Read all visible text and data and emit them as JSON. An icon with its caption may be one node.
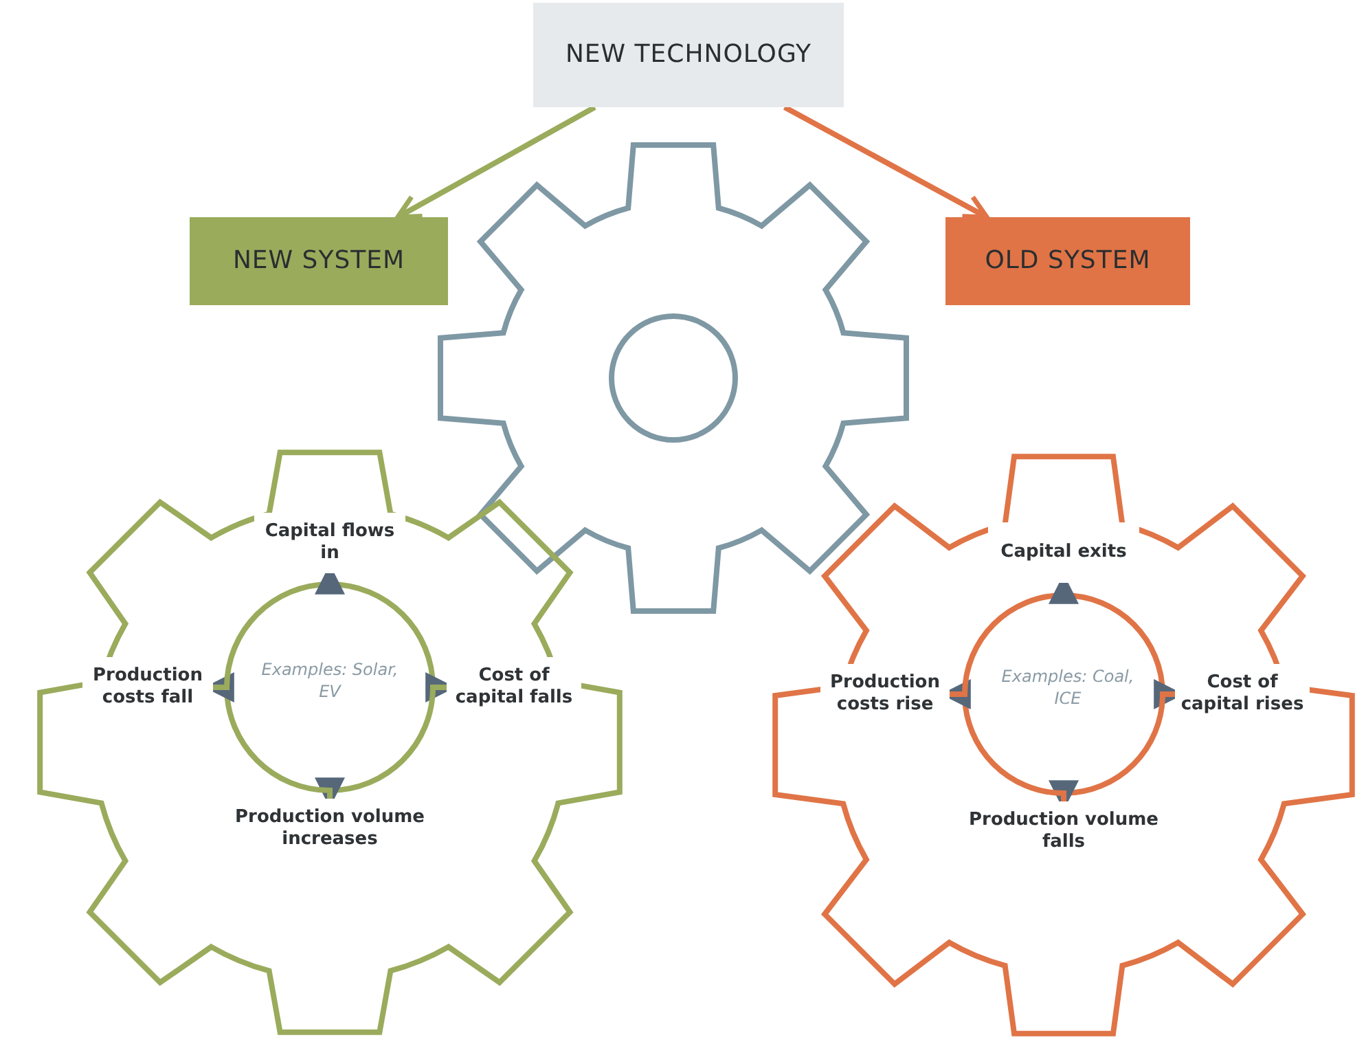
{
  "diagram": {
    "nodes": [
      {
        "text": [
          "NEW TECHNOLOGY"
        ]
      },
      {
        "text": [
          "NEW SYSTEM"
        ]
      },
      {
        "text": [
          "OLD SYSTEM"
        ]
      },
      {
        "text": [],
        "shape": "gear"
      },
      {
        "text": [],
        "shape": "gear"
      },
      {
        "text": [
          "Capital flows in"
        ],
        "in": 4
      },
      {
        "text": [
          "Cost of capital falls"
        ],
        "in": 4
      },
      {
        "text": [
          "Production volume increases"
        ],
        "in": 4
      },
      {
        "text": [
          "Production costs fall"
        ],
        "in": 4
      },
      {
        "text": [],
        "shape": "gear"
      },
      {
        "text": [
          "Capital exits"
        ],
        "in": 9
      },
      {
        "text": [
          "Cost of capital rises"
        ],
        "in": 9
      },
      {
        "text": [
          "Production volume falls"
        ],
        "in": 9
      },
      {
        "text": [
          "Production costs rise"
        ],
        "in": 9
      }
    ],
    "edges": [
      {
        "from": 0,
        "to": 1,
        "arrow": "to",
        "color": "#9aab5c"
      },
      {
        "from": 0,
        "to": 2,
        "arrow": "to",
        "color": "#e07446"
      },
      {
        "from": 5,
        "to": 6,
        "arrow": "to",
        "color": "#9aab5c"
      },
      {
        "from": 6,
        "to": 7,
        "arrow": "to",
        "color": "#9aab5c"
      },
      {
        "from": 7,
        "to": 8,
        "arrow": "to",
        "color": "#9aab5c"
      },
      {
        "from": 8,
        "to": 5,
        "arrow": "to",
        "color": "#9aab5c"
      },
      {
        "from": 10,
        "to": 11,
        "arrow": "to",
        "color": "#e07446"
      },
      {
        "from": 11,
        "to": 12,
        "arrow": "to",
        "color": "#e07446"
      },
      {
        "from": 12,
        "to": 13,
        "arrow": "to",
        "color": "#e07446"
      },
      {
        "from": 13,
        "to": 10,
        "arrow": "to",
        "color": "#e07446"
      }
    ],
    "labels": [
      "Examples: Solar, EV",
      "Examples: Coal, ICE"
    ]
  }
}
